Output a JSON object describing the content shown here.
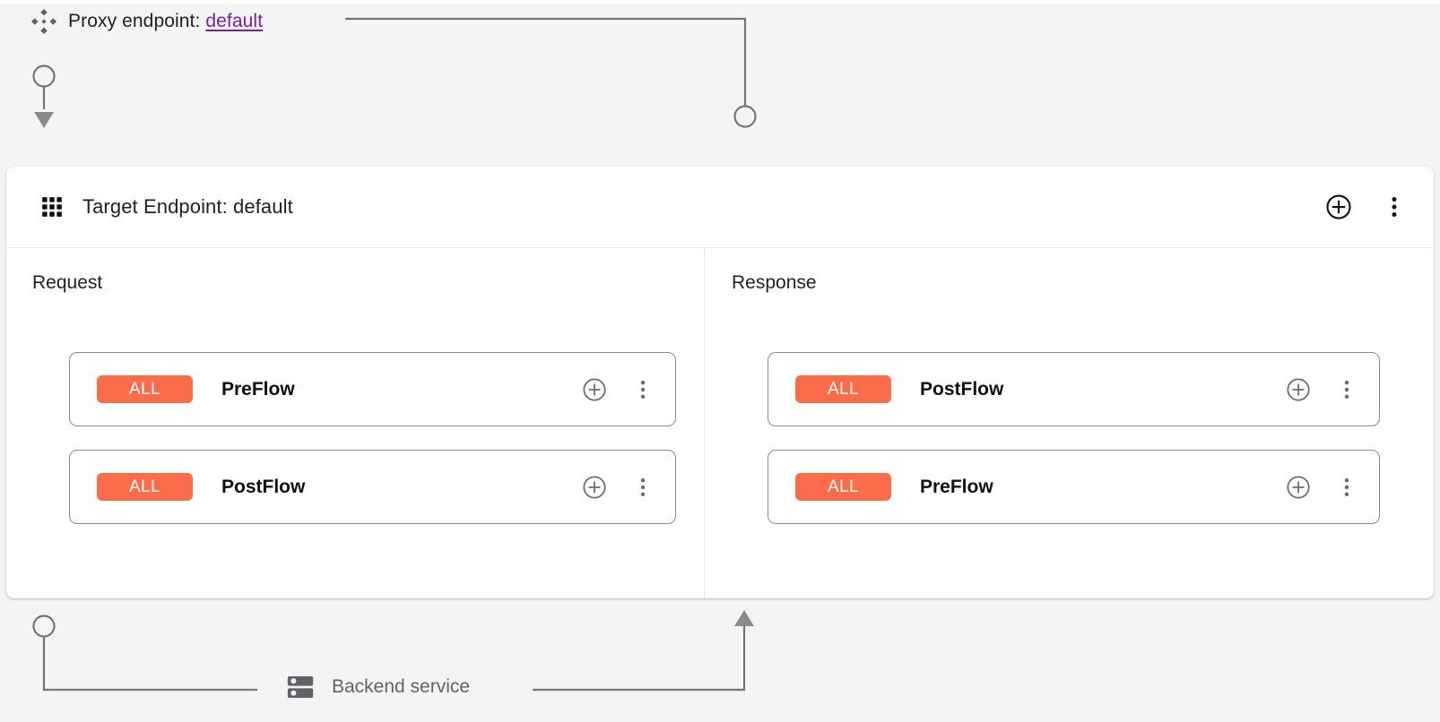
{
  "colors": {
    "background": "#f4f4f4",
    "card": "#ffffff",
    "badge_orange": "#fb6d4a",
    "link_purple": "#7b1fa2",
    "connector_gray": "#757575",
    "text_primary": "#1f1f1f",
    "text_muted": "#5f6368"
  },
  "proxy": {
    "icon": "proxy-diamond-icon",
    "label": "Proxy endpoint:",
    "endpoint_name": "default"
  },
  "target_card": {
    "icon": "grid-dots-icon",
    "title": "Target Endpoint: default",
    "actions": [
      {
        "name": "add-circle-icon",
        "label": "Add"
      },
      {
        "name": "more-vert-icon",
        "label": "More options"
      }
    ]
  },
  "columns": [
    {
      "key": "request",
      "label": "Request",
      "direction": "down",
      "flows": [
        {
          "badge": "ALL",
          "name": "PreFlow"
        },
        {
          "badge": "ALL",
          "name": "PostFlow"
        }
      ]
    },
    {
      "key": "response",
      "label": "Response",
      "direction": "up",
      "flows": [
        {
          "badge": "ALL",
          "name": "PostFlow"
        },
        {
          "badge": "ALL",
          "name": "PreFlow"
        }
      ]
    }
  ],
  "backend": {
    "icon": "server-rack-icon",
    "label": "Backend service"
  }
}
